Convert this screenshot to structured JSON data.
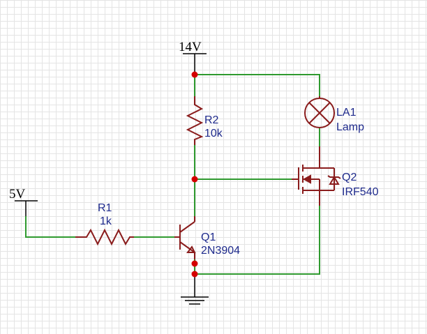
{
  "supply_14v": {
    "label": "14V"
  },
  "supply_5v": {
    "label": "5V"
  },
  "r1": {
    "ref": "R1",
    "value": "1k"
  },
  "r2": {
    "ref": "R2",
    "value": "10k"
  },
  "q1": {
    "ref": "Q1",
    "part": "2N3904"
  },
  "q2": {
    "ref": "Q2",
    "part": "IRF540"
  },
  "la1": {
    "ref": "LA1",
    "part": "Lamp"
  },
  "colors": {
    "wire": "#2f9a2f",
    "component": "#8a1c1c",
    "junction": "#d40000",
    "label": "#1e2a8c"
  }
}
